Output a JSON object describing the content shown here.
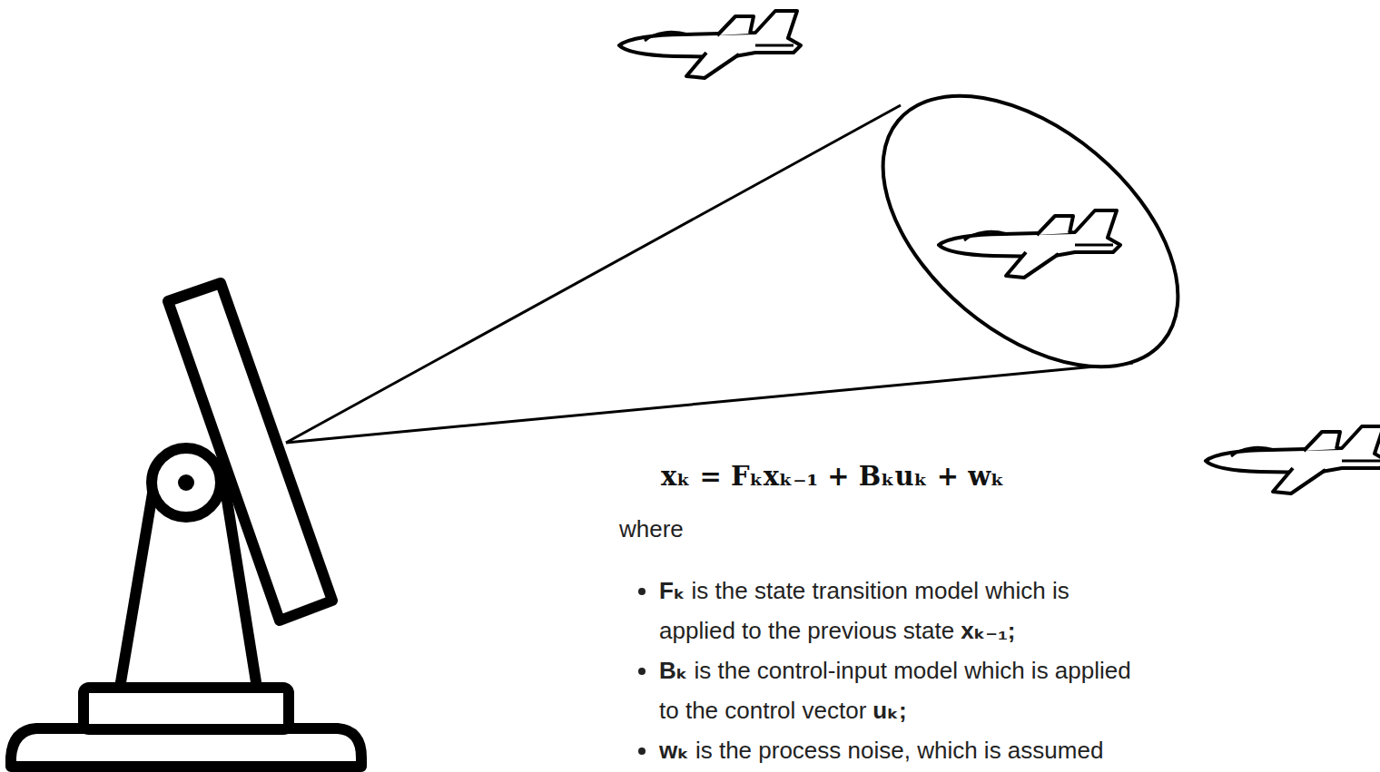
{
  "diagram": {
    "labels": [
      "xₖ = Fₖxₖ₋₁ + Bₖuₖ + wₖ",
      "where",
      "Fₖ",
      "is the state transition model which is applied to the previous state",
      "xₖ₋₁;",
      "Bₖ",
      "is the control-input model which is applied to the control vector",
      "uₖ;",
      "wₖ",
      "is the process noise, which is assumed"
    ]
  }
}
